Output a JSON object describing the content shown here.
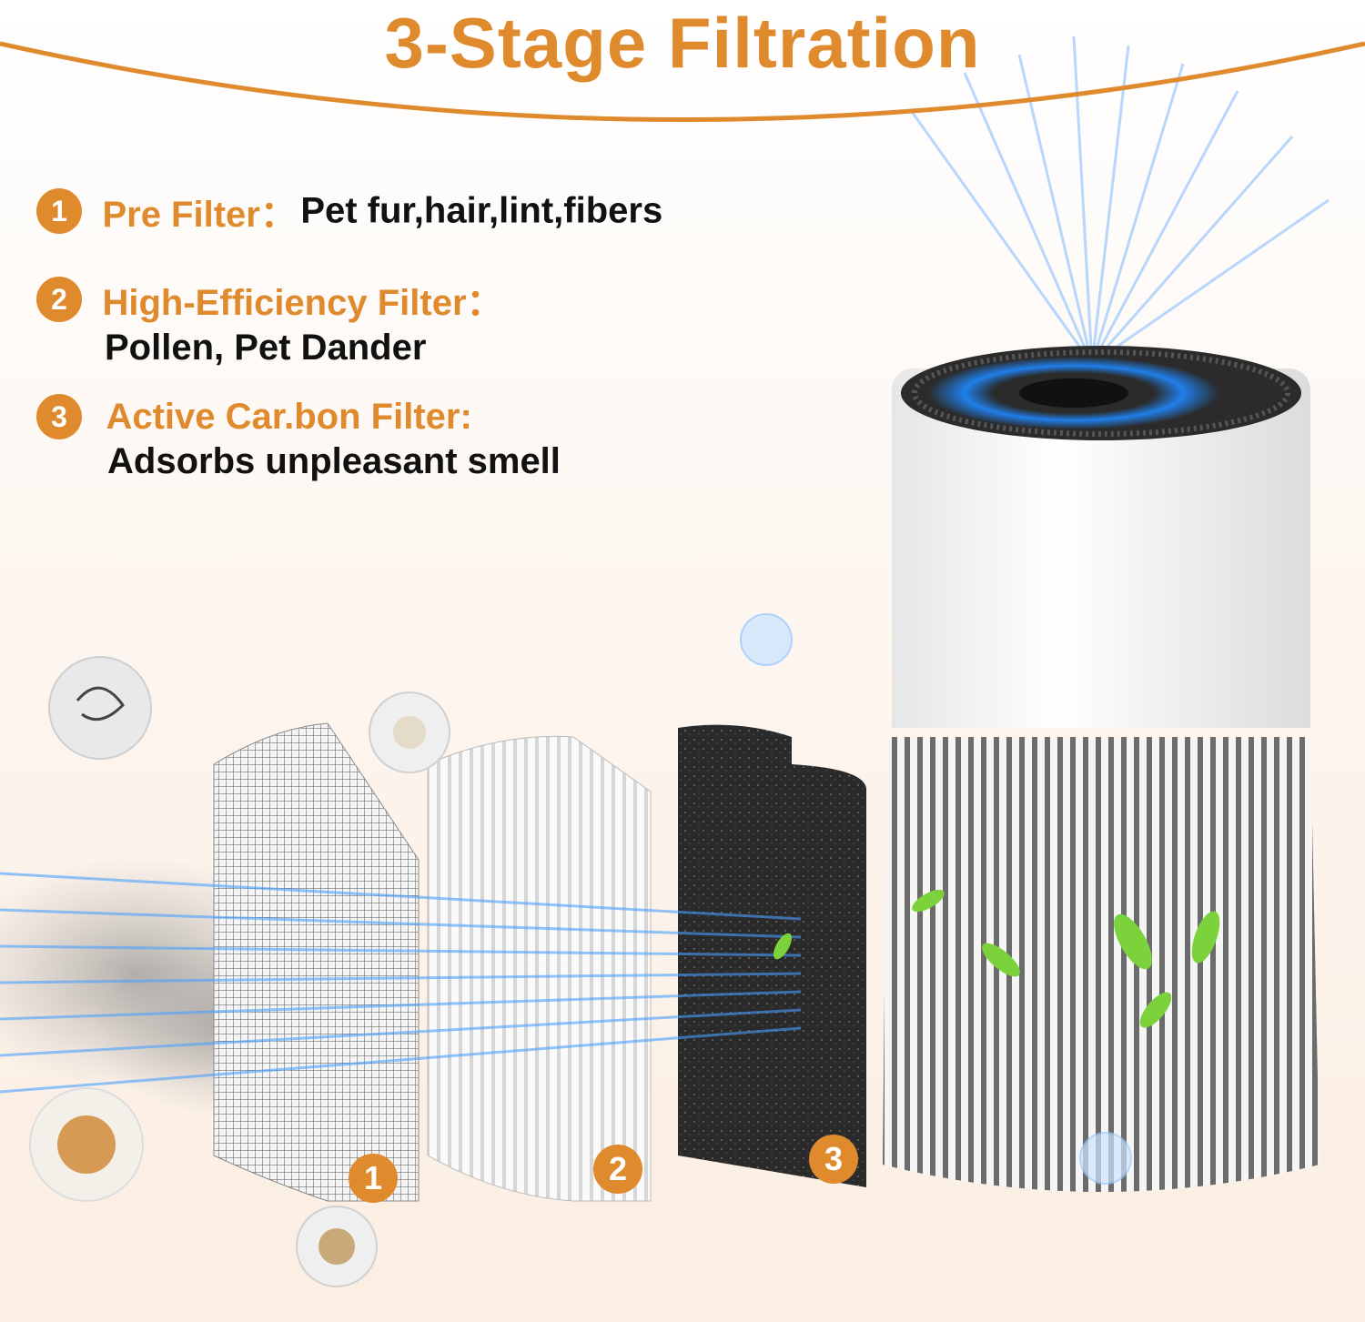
{
  "title": "3-Stage Filtration",
  "accent_color": "#e08a2e",
  "stages": [
    {
      "number": "1",
      "name": "Pre Filter：",
      "description": "Pet fur,hair,lint,fibers"
    },
    {
      "number": "2",
      "name": "High-Efficiency Filter：",
      "description": "Pollen, Pet Dander"
    },
    {
      "number": "3",
      "name": "Active Car.bon Filter:",
      "description": "Adsorbs unpleasant smell"
    }
  ],
  "filter_badges": [
    "1",
    "2",
    "3"
  ]
}
